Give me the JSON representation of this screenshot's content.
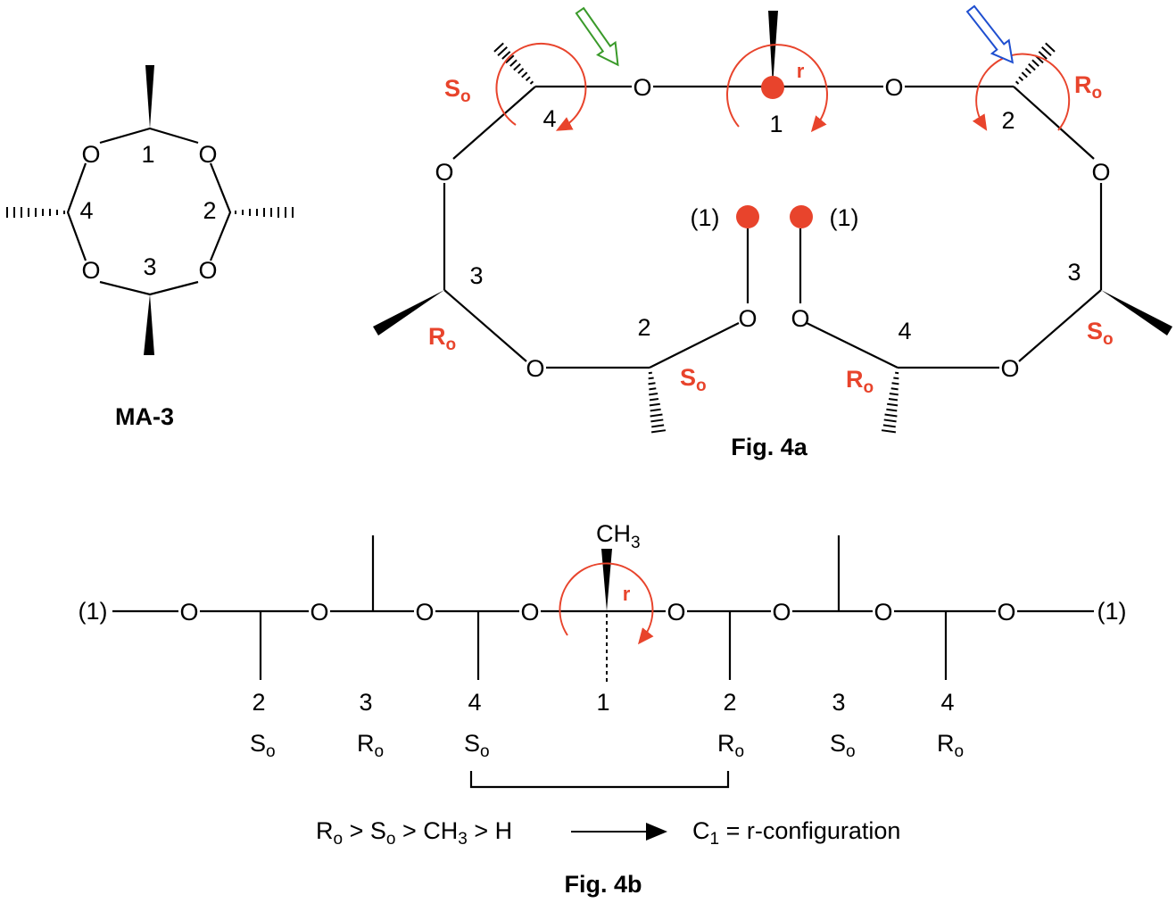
{
  "ma3": {
    "title": "MA-3",
    "atom_O": "O",
    "positions": [
      "1",
      "2",
      "3",
      "4"
    ]
  },
  "fig4a": {
    "caption": "Fig. 4a",
    "atom_O": "O",
    "positions": {
      "top_center": "1",
      "top_right": "2",
      "top_left": "4",
      "left": "3",
      "bottom_left": "2",
      "right": "3",
      "bottom_right": "4"
    },
    "link_label": "(1)",
    "pseudo_r": "r",
    "descriptors": {
      "top_left": {
        "main": "S",
        "sub": "o"
      },
      "top_right": {
        "main": "R",
        "sub": "o"
      },
      "left": {
        "main": "R",
        "sub": "o"
      },
      "bottom_left": {
        "main": "S",
        "sub": "o"
      },
      "bottom_right": {
        "main": "R",
        "sub": "o"
      },
      "right": {
        "main": "S",
        "sub": "o"
      }
    },
    "arrow_colors": {
      "green": "#3a9a2a",
      "blue": "#1f4fd0",
      "red": "#e8442c"
    }
  },
  "fig4b": {
    "caption": "Fig. 4b",
    "atom_O": "O",
    "end_label": "(1)",
    "methyl": {
      "main": "CH",
      "sub": "3"
    },
    "pseudo_r": "r",
    "positions": [
      "2",
      "3",
      "4",
      "1",
      "2",
      "3",
      "4"
    ],
    "descriptors": [
      {
        "main": "S",
        "sub": "o"
      },
      {
        "main": "R",
        "sub": "o"
      },
      {
        "main": "S",
        "sub": "o"
      },
      {
        "main": "R",
        "sub": "o"
      },
      {
        "main": "S",
        "sub": "o"
      },
      {
        "main": "R",
        "sub": "o"
      }
    ],
    "priority": {
      "r_main": "R",
      "r_sub": "o",
      "gt1": " > ",
      "s_main": "S",
      "s_sub": "o",
      "gt2": " > ",
      "ch_main": "CH",
      "ch_sub": "3",
      "gt3": " > H",
      "c_main": "C",
      "c_sub": "1",
      "result": " = r-configuration"
    }
  }
}
